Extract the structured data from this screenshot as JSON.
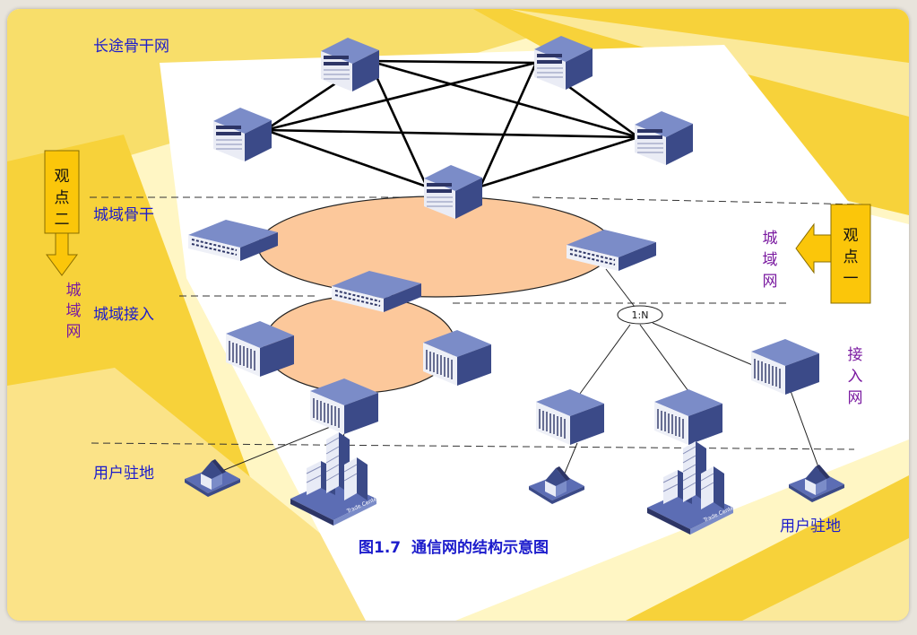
{
  "labels": {
    "long_haul_backbone": "长途骨干网",
    "metro_backbone": "城域骨干",
    "metro_access": "城域接入",
    "user_premises_left": "用户驻地",
    "user_premises_right": "用户驻地",
    "metro_network_left": [
      "城",
      "域",
      "网"
    ],
    "metro_network_right": [
      "城",
      "域",
      "网"
    ],
    "access_network": [
      "接",
      "入",
      "网"
    ],
    "viewpoint_two": [
      "观",
      "点",
      "二"
    ],
    "viewpoint_one": [
      "观",
      "点",
      "一"
    ],
    "split_ratio": "1:N",
    "building_sign": "Trade Center",
    "caption": "图1.7  通信网的结构示意图"
  },
  "colors": {
    "background_yellow": "#f7d23a",
    "ring_fill": "#fcc89b",
    "device_blue": "#3d4f8f",
    "label_blue": "#1c1ccc",
    "label_purple": "#7a1aa0",
    "viewpoint_box": "#fbc60a"
  },
  "icons": [
    "router-icon",
    "rack-switch-icon",
    "flat-switch-icon",
    "house-icon",
    "office-building-icon"
  ]
}
